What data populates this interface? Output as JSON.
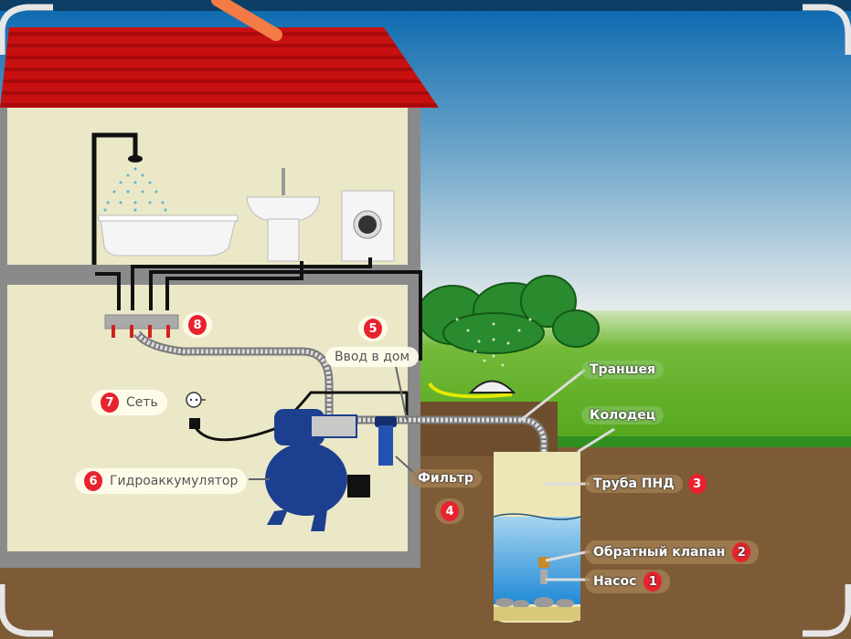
{
  "diagram": {
    "title": "Water supply scheme of a private house from a well",
    "colors": {
      "roof": "#c81010",
      "wall": "#ebe8c8",
      "wall_frame": "#8a8a8a",
      "soil": "#7d5b36",
      "grass": "#55a81c",
      "sky_top": "#0f6bb0",
      "sky_bottom": "#e9ecec",
      "water": "#3a9ad8",
      "pump": "#1d3f8f",
      "badge": "#e8222e"
    },
    "labels": [
      {
        "id": "pump",
        "number": "1",
        "text": "Насос"
      },
      {
        "id": "check-valve",
        "number": "2",
        "text": "Обратный клапан"
      },
      {
        "id": "pnd-pipe",
        "number": "3",
        "text": "Труба ПНД"
      },
      {
        "id": "filter",
        "number": "4",
        "text": "Фильтр"
      },
      {
        "id": "house-entry",
        "number": "5",
        "text": "Ввод в дом"
      },
      {
        "id": "accumulator",
        "number": "6",
        "text": "Гидроаккумулятор"
      },
      {
        "id": "power",
        "number": "7",
        "text": "Сеть"
      },
      {
        "id": "manifold",
        "number": "8",
        "text": ""
      },
      {
        "id": "trench",
        "number": "",
        "text": "Траншея"
      },
      {
        "id": "well",
        "number": "",
        "text": "Колодец"
      }
    ],
    "objects": [
      "bathtub",
      "shower",
      "sink",
      "washing-machine",
      "manifold",
      "socket",
      "pump-station",
      "filter",
      "bushes",
      "sprinkler",
      "well"
    ]
  }
}
